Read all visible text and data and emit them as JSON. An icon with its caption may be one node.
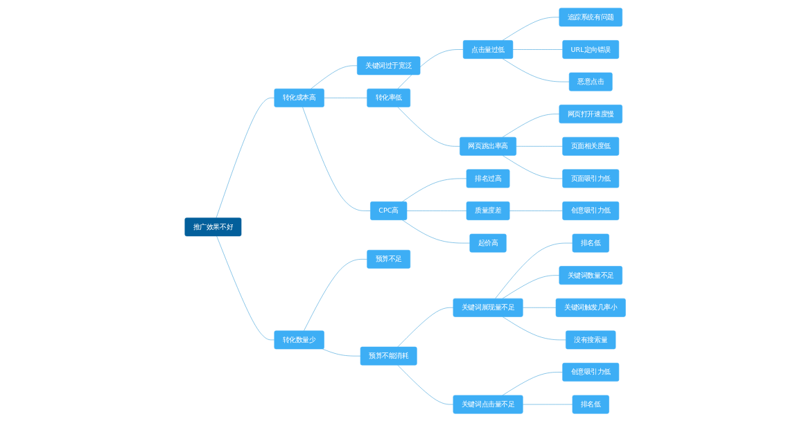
{
  "diagram": {
    "nodes": [
      {
        "text": [
          "推广效果不好"
        ]
      },
      {
        "text": [
          "转化成本高"
        ]
      },
      {
        "text": [
          "关键词过于宽泛"
        ]
      },
      {
        "text": [
          "转化率低"
        ]
      },
      {
        "text": [
          "点击量过低"
        ]
      },
      {
        "text": [
          "追踪系统有问题"
        ]
      },
      {
        "text": [
          "URL定向错误"
        ]
      },
      {
        "text": [
          "恶意点击"
        ]
      },
      {
        "text": [
          "网页跳出率高"
        ]
      },
      {
        "text": [
          "网页打开速度慢"
        ]
      },
      {
        "text": [
          "页面相关度低"
        ]
      },
      {
        "text": [
          "页面吸引力低"
        ]
      },
      {
        "text": [
          "CPC高"
        ]
      },
      {
        "text": [
          "排名过高"
        ]
      },
      {
        "text": [
          "质量度差"
        ]
      },
      {
        "text": [
          "创意吸引力低"
        ]
      },
      {
        "text": [
          "起价高"
        ]
      },
      {
        "text": [
          "转化数量少"
        ]
      },
      {
        "text": [
          "预算不足"
        ]
      },
      {
        "text": [
          "预算不能消耗"
        ]
      },
      {
        "text": [
          "关键词展现量不足"
        ]
      },
      {
        "text": [
          "排名低"
        ]
      },
      {
        "text": [
          "关键词数量不足"
        ]
      },
      {
        "text": [
          "关键词触发几率小"
        ]
      },
      {
        "text": [
          "没有搜索量"
        ]
      },
      {
        "text": [
          "关键词点击量不足"
        ]
      },
      {
        "text": [
          "创意吸引力低"
        ]
      },
      {
        "text": [
          "排名低"
        ]
      }
    ],
    "edges": [
      {
        "from": 0,
        "to": 1,
        "arrow": "none"
      },
      {
        "from": 0,
        "to": 17,
        "arrow": "none"
      },
      {
        "from": 1,
        "to": 2,
        "arrow": "none"
      },
      {
        "from": 1,
        "to": 3,
        "arrow": "none"
      },
      {
        "from": 1,
        "to": 12,
        "arrow": "none"
      },
      {
        "from": 3,
        "to": 4,
        "arrow": "none"
      },
      {
        "from": 3,
        "to": 8,
        "arrow": "none"
      },
      {
        "from": 4,
        "to": 5,
        "arrow": "none"
      },
      {
        "from": 4,
        "to": 6,
        "arrow": "none"
      },
      {
        "from": 4,
        "to": 7,
        "arrow": "none"
      },
      {
        "from": 8,
        "to": 9,
        "arrow": "none"
      },
      {
        "from": 8,
        "to": 10,
        "arrow": "none"
      },
      {
        "from": 8,
        "to": 11,
        "arrow": "none"
      },
      {
        "from": 12,
        "to": 13,
        "arrow": "none"
      },
      {
        "from": 12,
        "to": 14,
        "arrow": "none"
      },
      {
        "from": 12,
        "to": 16,
        "arrow": "none"
      },
      {
        "from": 14,
        "to": 15,
        "arrow": "none"
      },
      {
        "from": 17,
        "to": 18,
        "arrow": "none"
      },
      {
        "from": 17,
        "to": 19,
        "arrow": "none"
      },
      {
        "from": 19,
        "to": 20,
        "arrow": "none"
      },
      {
        "from": 19,
        "to": 25,
        "arrow": "none"
      },
      {
        "from": 20,
        "to": 21,
        "arrow": "none"
      },
      {
        "from": 20,
        "to": 22,
        "arrow": "none"
      },
      {
        "from": 20,
        "to": 23,
        "arrow": "none"
      },
      {
        "from": 20,
        "to": 24,
        "arrow": "none"
      },
      {
        "from": 25,
        "to": 26,
        "arrow": "none"
      },
      {
        "from": 25,
        "to": 27,
        "arrow": "none"
      }
    ]
  }
}
